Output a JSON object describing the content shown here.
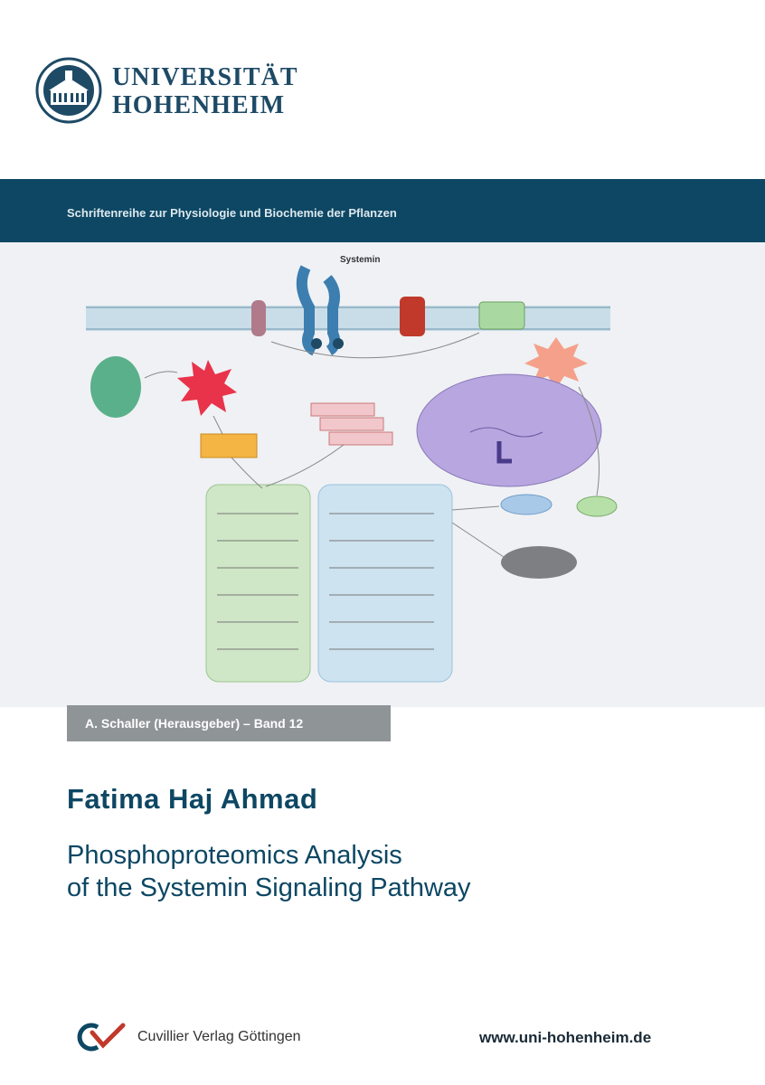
{
  "university": {
    "line1": "UNIVERSITÄT",
    "line2": "HOHENHEIM"
  },
  "series": {
    "title": "Schriftenreihe zur Physiologie und Biochemie der Pflanzen"
  },
  "figure": {
    "labels": {
      "systemin": "Systemin"
    }
  },
  "editor": {
    "label": "A. Schaller (Herausgeber) – Band 12"
  },
  "author": "Fatima Haj Ahmad",
  "title": {
    "line1": "Phosphoproteomics Analysis",
    "line2": "of the Systemin Signaling Pathway"
  },
  "publisher": {
    "name": "Cuvillier Verlag Göttingen"
  },
  "website": "www.uni-hohenheim.de",
  "colors": {
    "brand": "#0d4763",
    "figure_bg": "#eff1f4",
    "editor_box": "#8f9497"
  }
}
